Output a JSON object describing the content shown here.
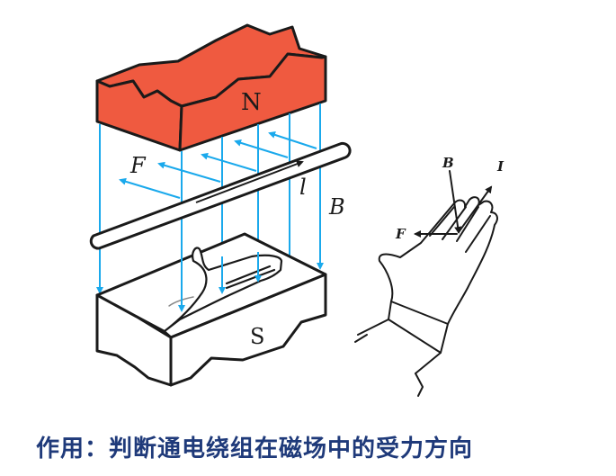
{
  "diagram": {
    "title": "Left-hand rule (Fleming) illustration",
    "magnet": {
      "north_label": "N",
      "south_label": "S",
      "north_color": "#ef5a40",
      "south_color": "#ffffff"
    },
    "field_line_color": "#1aa9ec",
    "labels": {
      "force": "F",
      "current_conductor": "l",
      "field": "B"
    },
    "hand_inset": {
      "field_label": "B",
      "current_label": "I",
      "force_label": "F"
    }
  },
  "caption": {
    "text": "作用：判断通电绕组在磁场中的受力方向",
    "color": "#1f3a7a"
  }
}
